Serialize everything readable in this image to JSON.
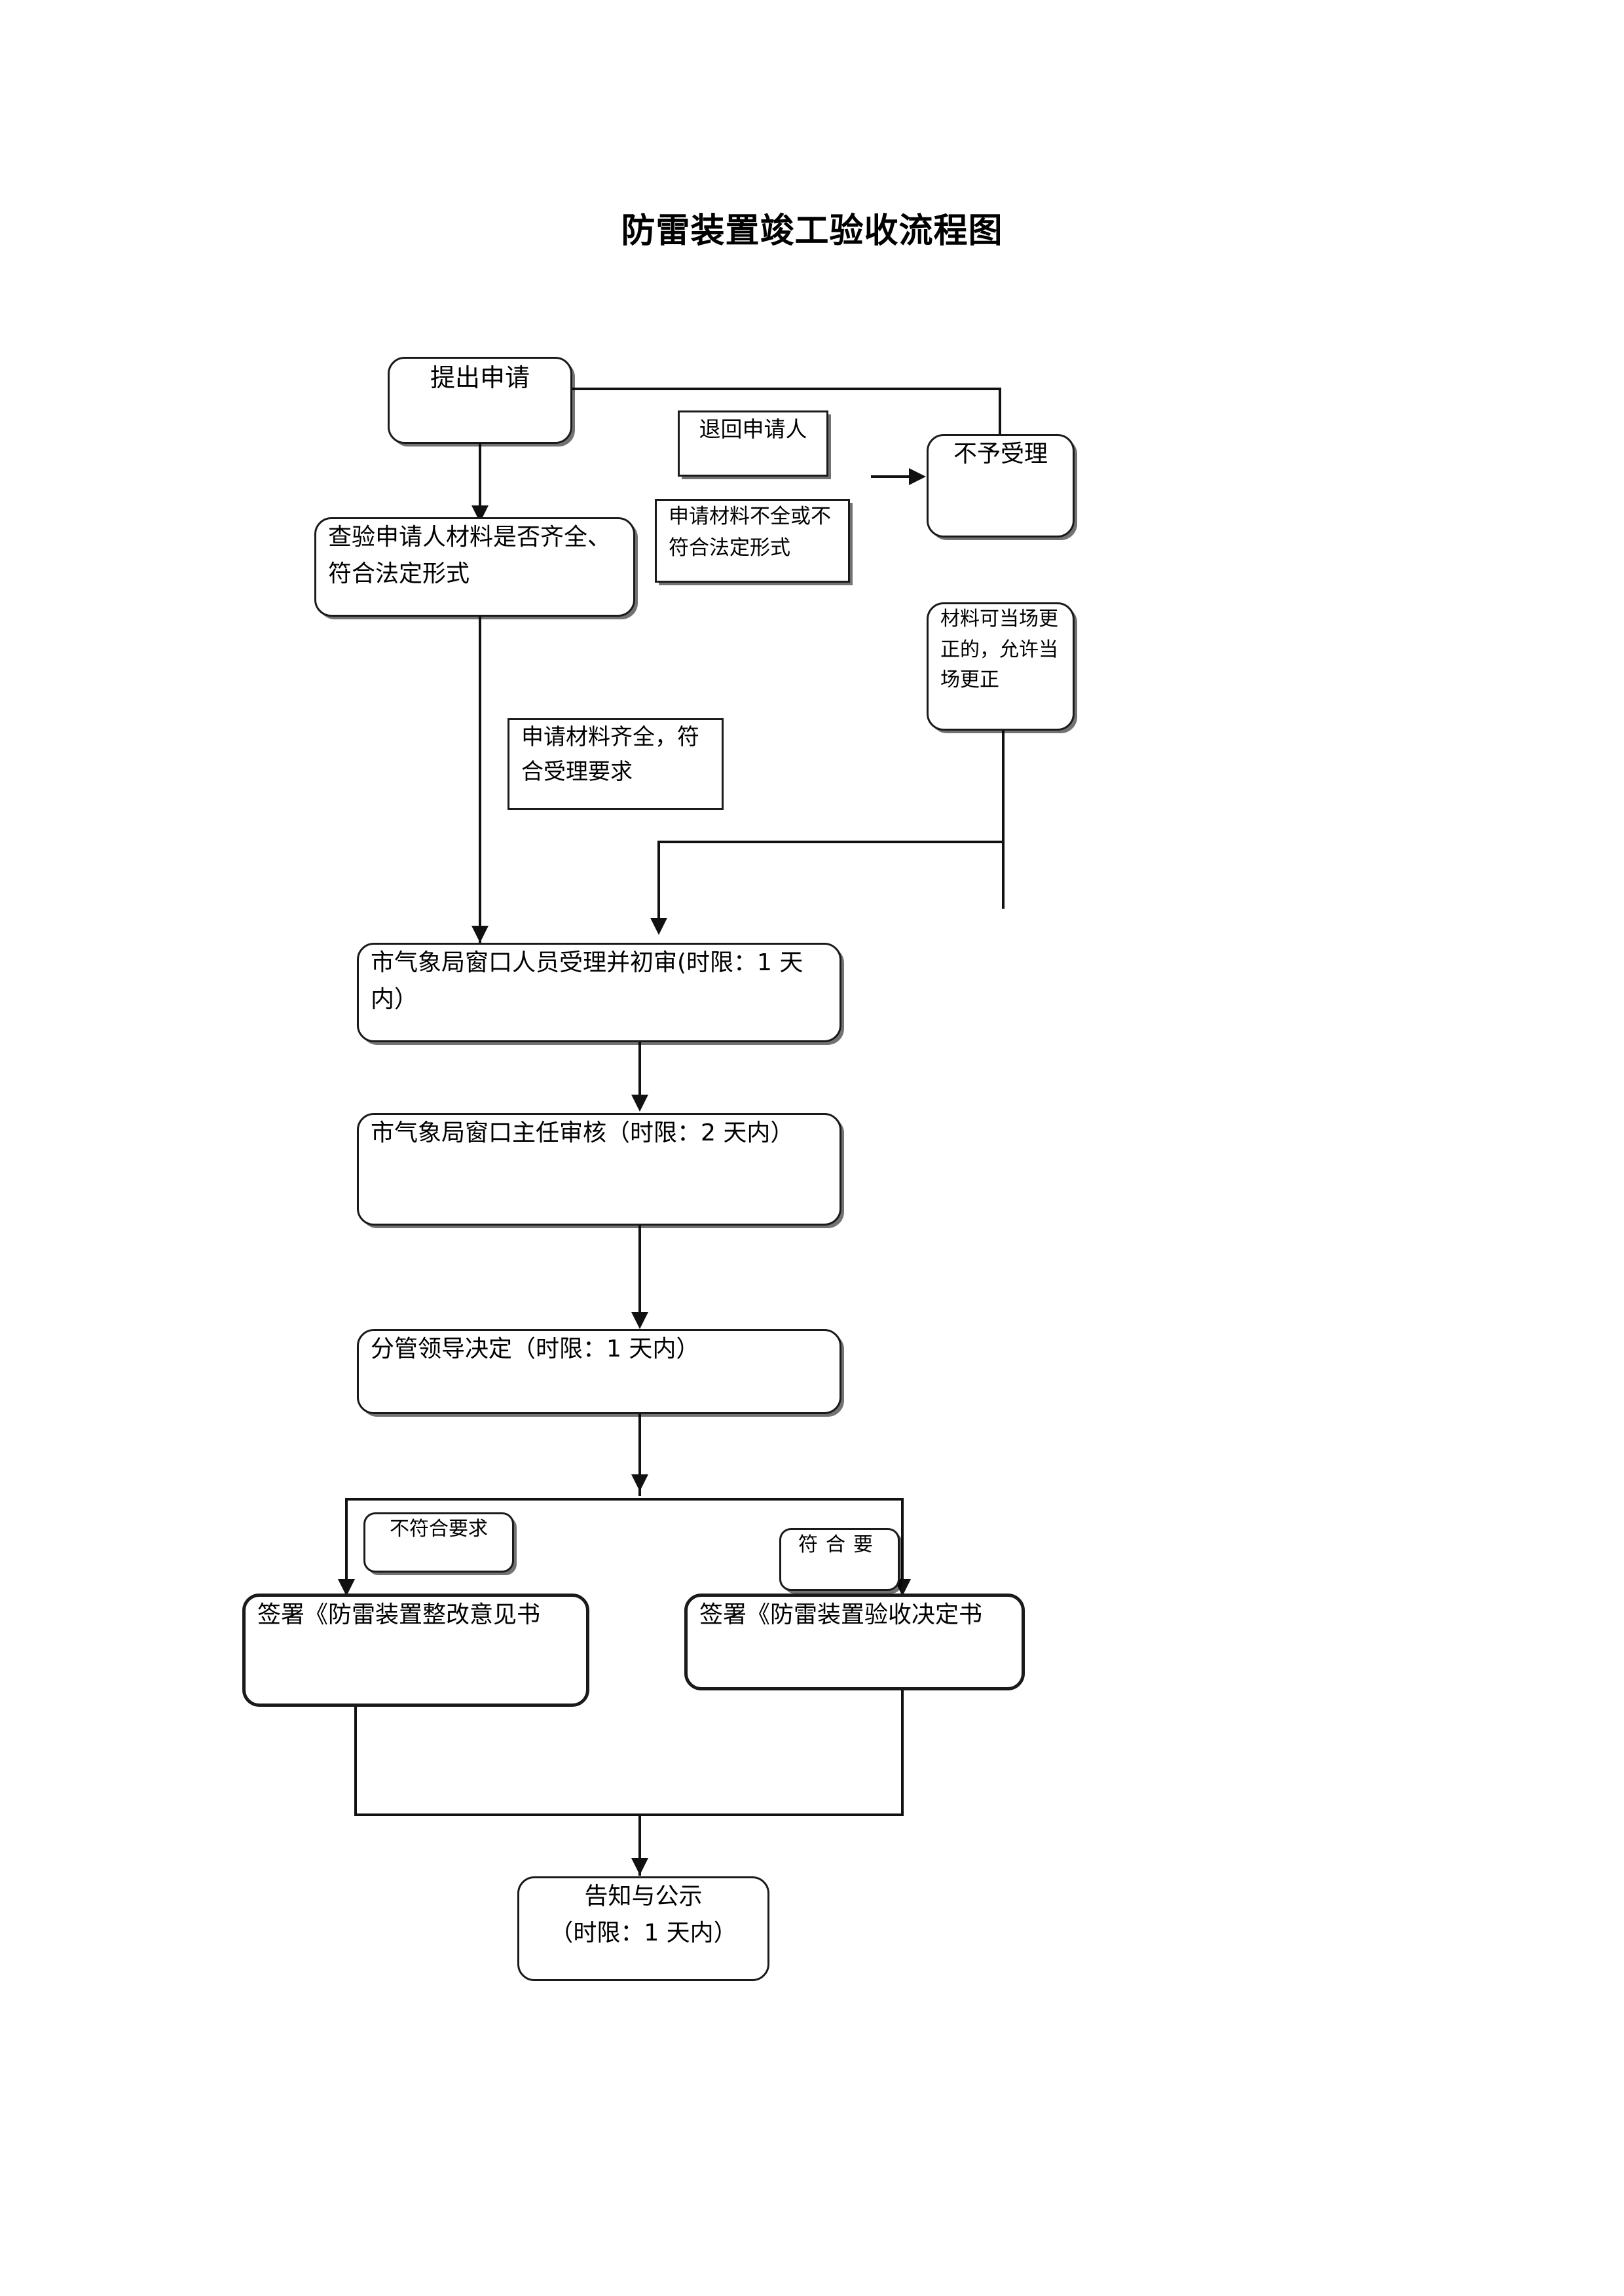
{
  "document": {
    "title": "防雷装置竣工验收流程图"
  },
  "nodes": {
    "apply": {
      "label": "提出申请"
    },
    "return_applicant": {
      "label": "退回申请人"
    },
    "not_accepted": {
      "label": "不予受理"
    },
    "check_materials": {
      "label": "查验申请人材料是否齐全、符合法定形式"
    },
    "materials_incomplete": {
      "label": "申请材料不全或不符合法定形式"
    },
    "onsite_correction": {
      "label": "材料可当场更正的，允许当场更正"
    },
    "materials_complete": {
      "label": "申请材料齐全，符合受理要求"
    },
    "window_staff_review": {
      "label": "市气象局窗口人员受理并初审(时限：1 天内）"
    },
    "window_director_review": {
      "label": "市气象局窗口主任审核（时限：2 天内）"
    },
    "leader_decision": {
      "label": "分管领导决定（时限：1 天内）"
    },
    "not_qualified_label": {
      "label": "不符合要求"
    },
    "qualified_label": {
      "label": "符合要"
    },
    "sign_rectification": {
      "label": "签署《防雷装置整改意见书"
    },
    "sign_acceptance": {
      "label": "签署《防雷装置验收决定书"
    },
    "notify_publicize": {
      "label": "告知与公示\n（时限：1 天内）"
    }
  },
  "colors": {
    "page_background": "#ffffff",
    "stroke": "#1a1a1a",
    "connector": "#111111",
    "text": "#000000"
  }
}
